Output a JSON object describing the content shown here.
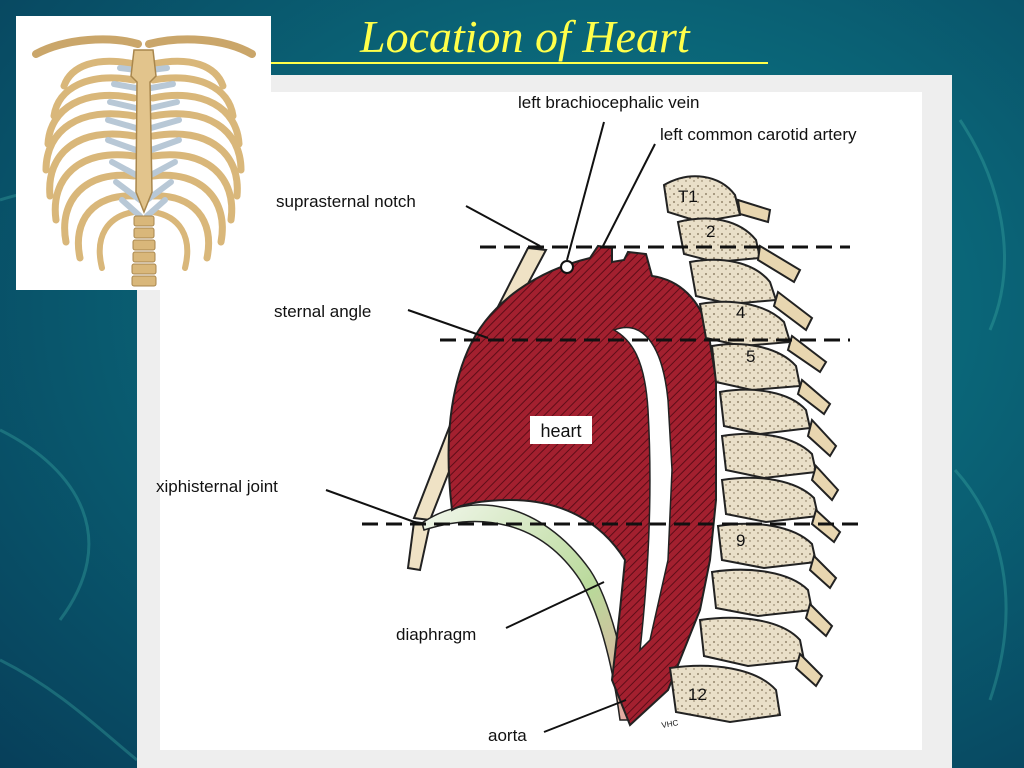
{
  "slide": {
    "title": "Location of Heart"
  },
  "diagram": {
    "labels": {
      "left_brachiocephalic_vein": "left brachiocephalic vein",
      "left_common_carotid_artery": "left common carotid artery",
      "suprasternal_notch": "suprasternal notch",
      "sternal_angle": "sternal angle",
      "heart": "heart",
      "xiphisternal_joint": "xiphisternal joint",
      "diaphragm": "diaphragm",
      "aorta": "aorta"
    },
    "vertebra_labels": {
      "t1": "T1",
      "v2": "2",
      "v4": "4",
      "v5": "5",
      "v9": "9",
      "v12": "12"
    },
    "signature": "VHC"
  },
  "colors": {
    "title": "#ffff4a",
    "heart": "#9e1b2c",
    "bone": "#e8d6b0",
    "cartilage": "#b8c8d6"
  }
}
